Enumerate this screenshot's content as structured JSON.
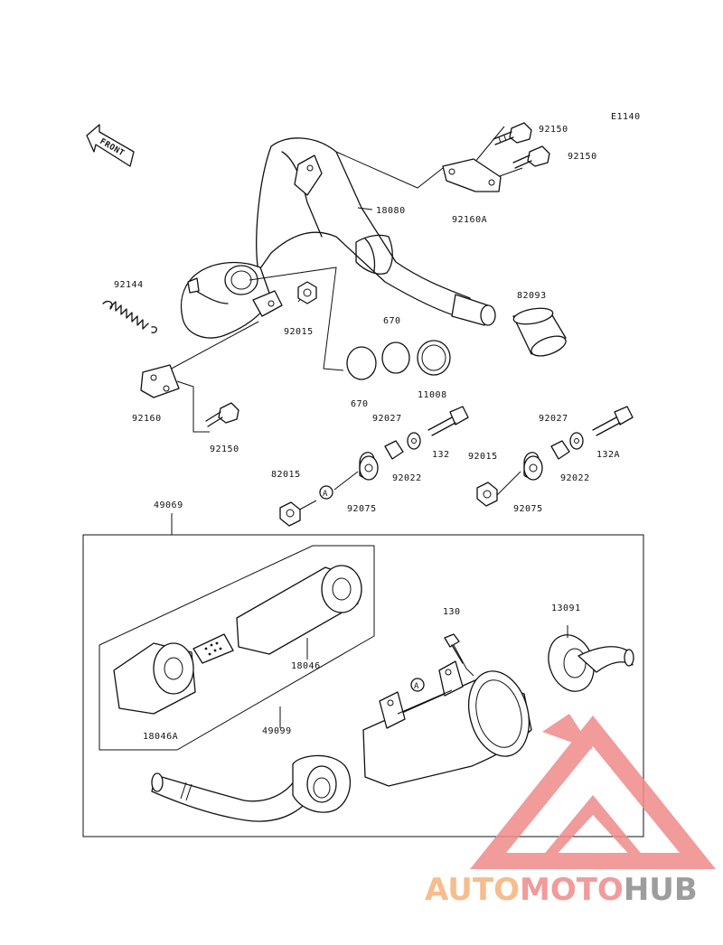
{
  "diagram_id": "E1140",
  "front_label": "FRONT",
  "callout_marker": "A",
  "parts": {
    "p92150_top1": "92150",
    "p92150_top2": "92150",
    "p92160A": "92160A",
    "p18080": "18080",
    "p92144": "92144",
    "p92015_upper": "92015",
    "p82093": "82093",
    "p670_top": "670",
    "p670_bottom": "670",
    "p11008": "11008",
    "p92160": "92160",
    "p92150_left": "92150",
    "p92027_a": "92027",
    "p132": "132",
    "p92022_a": "92022",
    "p82015": "82015",
    "p92075_a": "92075",
    "p92027_b": "92027",
    "p132A": "132A",
    "p92015_b": "92015",
    "p92022_b": "92022",
    "p92075_b": "92075",
    "p49069": "49069",
    "p18046": "18046",
    "p18046A": "18046A",
    "p49099": "49099",
    "p130": "130",
    "p13091": "13091"
  },
  "watermark": {
    "part1": "AUTO",
    "part2": "MOTO",
    "part3": "HUB",
    "color_orange": "#f5b27a",
    "color_red": "#ef8a8a",
    "color_gray": "#8c8c8c"
  }
}
